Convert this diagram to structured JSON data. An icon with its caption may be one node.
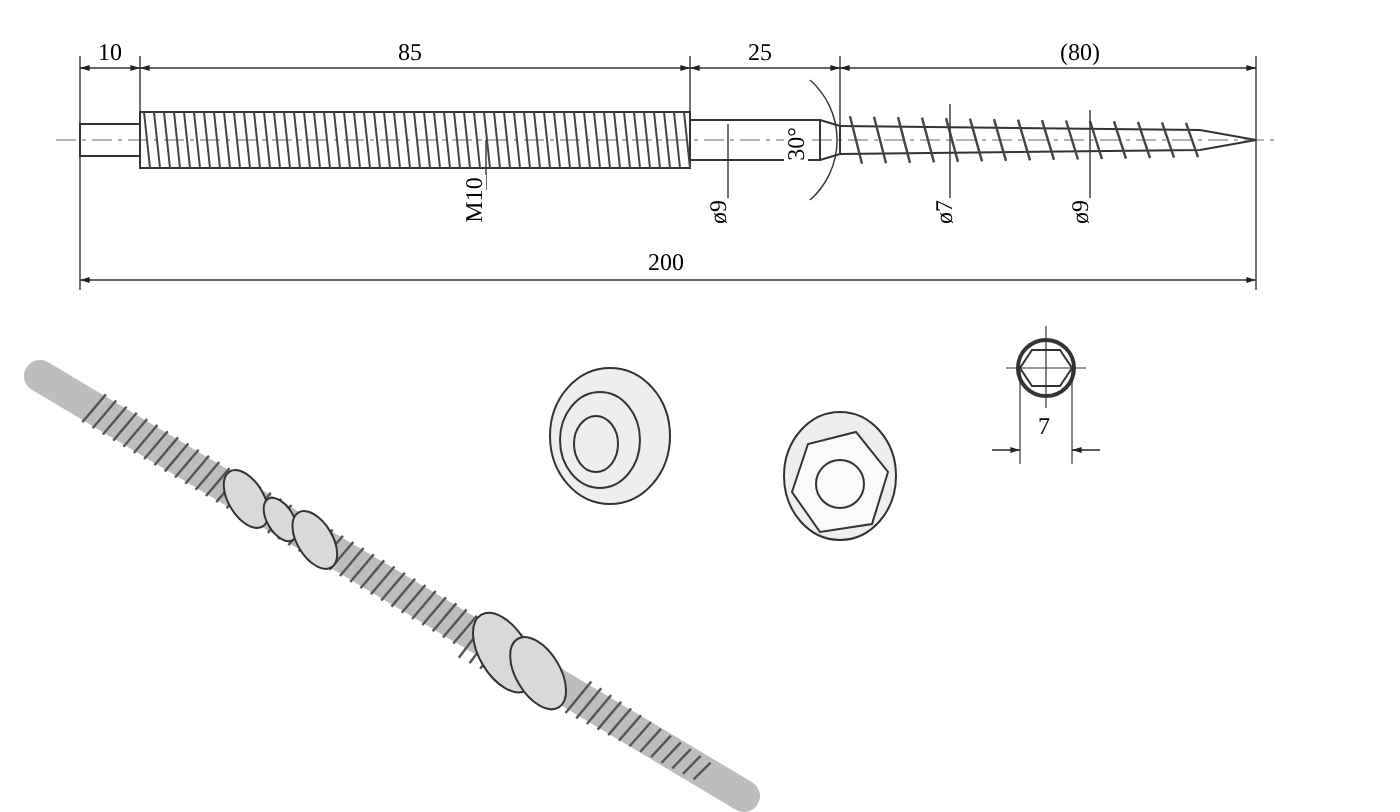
{
  "diagram": {
    "labels": [
      "10",
      "85",
      "25",
      "(80)",
      "30°",
      "M10",
      "ø9",
      "ø7",
      "ø9",
      "200",
      "7"
    ]
  }
}
